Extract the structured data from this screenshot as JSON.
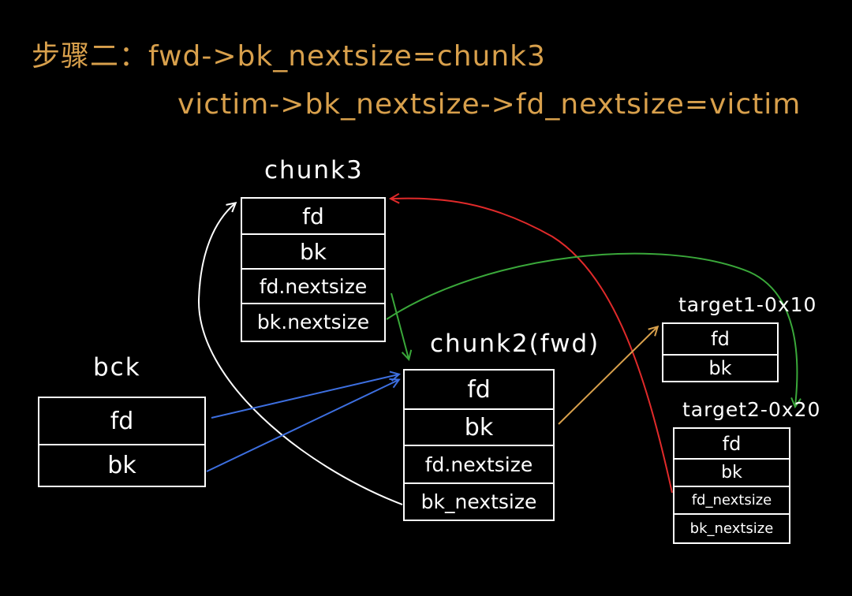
{
  "header": {
    "line1": "步骤二：fwd->bk_nextsize=chunk3",
    "line2": "victim->bk_nextsize->fd_nextsize=victim"
  },
  "chunk3": {
    "label": "chunk3",
    "fields": [
      "fd",
      "bk",
      "fd.nextsize",
      "bk.nextsize"
    ]
  },
  "chunk2": {
    "label": "chunk2(fwd)",
    "fields": [
      "fd",
      "bk",
      "fd.nextsize",
      "bk_nextsize"
    ]
  },
  "bck": {
    "label": "bck",
    "fields": [
      "fd",
      "bk"
    ]
  },
  "target1": {
    "label": "target1-0x10",
    "fields": [
      "fd",
      "bk"
    ]
  },
  "target2": {
    "label": "target2-0x20",
    "fields": [
      "fd",
      "bk",
      "fd_nextsize",
      "bk_nextsize"
    ]
  },
  "colors": {
    "background": "#000000",
    "title": "#d8a04c",
    "red": "#e02a2a",
    "green": "#3aa83a",
    "blue": "#3d6fe0",
    "orange": "#d8a04c",
    "white": "#ffffff"
  }
}
